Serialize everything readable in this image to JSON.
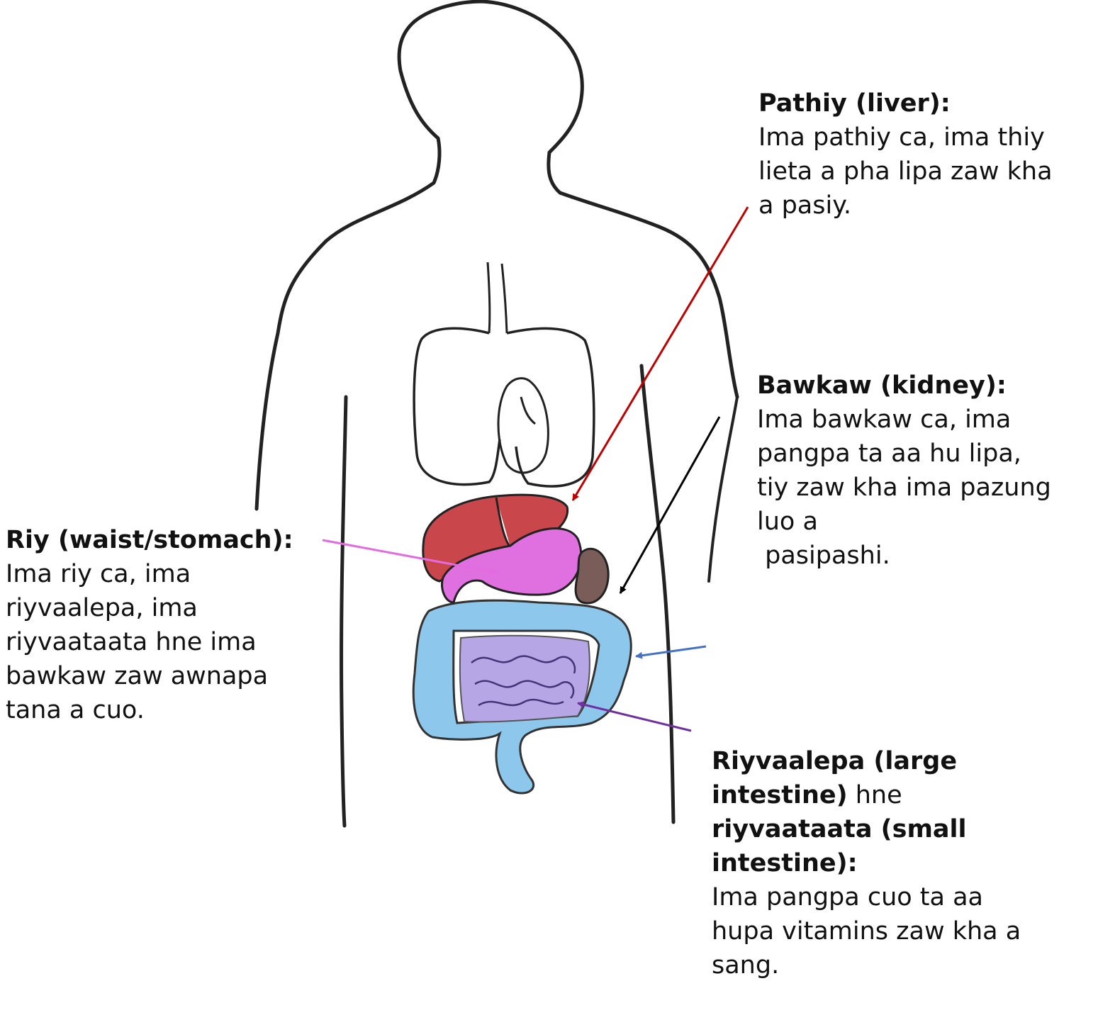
{
  "colors": {
    "outline": "#222222",
    "liver": "#c9474b",
    "stomach": "#e070e0",
    "kidney": "#7a5c58",
    "large_intestine": "#8ec7ec",
    "small_intestine": "#b7a6e6",
    "arrow_liver": "#c00000",
    "arrow_kidney": "#000000",
    "arrow_stomach": "#e46ae0",
    "arrow_large_intestine": "#4472c4",
    "arrow_small_intestine": "#7030a0"
  },
  "labels": {
    "liver": {
      "heading": "Pathiy (liver):",
      "body": "Ima pathiy ca, ima thiy\nlieta a pha lipa zaw kha\na pasiy."
    },
    "kidney": {
      "heading": "Bawkaw (kidney):",
      "body": "Ima bawkaw ca, ima\npangpa ta aa hu lipa,\ntiy zaw kha ima pazung\nluo a\n pasipashi."
    },
    "stomach": {
      "heading": "Riy (waist/stomach):",
      "body": "Ima riy ca, ima\nriyvaalepa, ima\nriyvaataata hne ima\nbawkaw zaw awnapa\ntana a cuo."
    },
    "intestines": {
      "heading_part1": "Riyvaalepa (large\nintestine)",
      "connector": " hne",
      "heading_part2": "riyvaataata (small\nintestine):",
      "body": "Ima pangpa cuo ta aa\nhupa vitamins zaw kha a\nsang."
    }
  }
}
